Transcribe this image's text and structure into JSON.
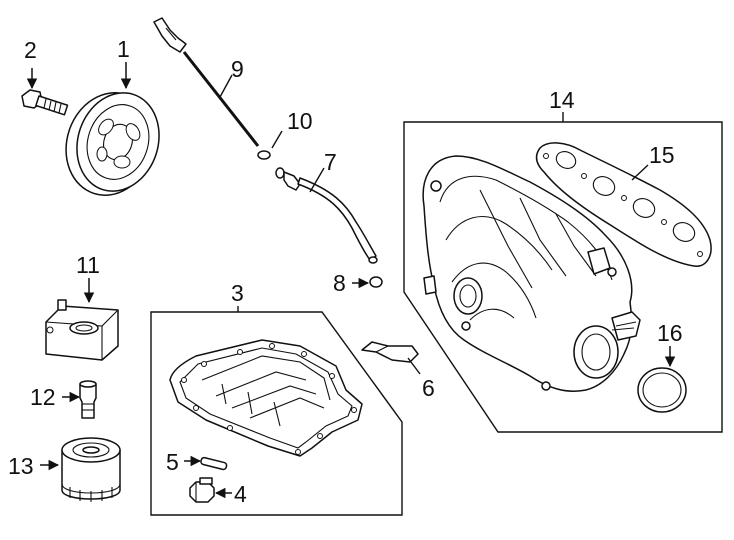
{
  "diagram": {
    "callouts": [
      {
        "id": "1",
        "label": "1"
      },
      {
        "id": "2",
        "label": "2"
      },
      {
        "id": "3",
        "label": "3"
      },
      {
        "id": "4",
        "label": "4"
      },
      {
        "id": "5",
        "label": "5"
      },
      {
        "id": "6",
        "label": "6"
      },
      {
        "id": "7",
        "label": "7"
      },
      {
        "id": "8",
        "label": "8"
      },
      {
        "id": "9",
        "label": "9"
      },
      {
        "id": "10",
        "label": "10"
      },
      {
        "id": "11",
        "label": "11"
      },
      {
        "id": "12",
        "label": "12"
      },
      {
        "id": "13",
        "label": "13"
      },
      {
        "id": "14",
        "label": "14"
      },
      {
        "id": "15",
        "label": "15"
      },
      {
        "id": "16",
        "label": "16"
      }
    ],
    "parts": [
      {
        "callout": "1",
        "part": "crankshaft-pulley"
      },
      {
        "callout": "2",
        "part": "pulley-bolt"
      },
      {
        "callout": "3",
        "part": "oil-pan"
      },
      {
        "callout": "4",
        "part": "drain-plug"
      },
      {
        "callout": "5",
        "part": "pan-dowel-pin"
      },
      {
        "callout": "6",
        "part": "bracket"
      },
      {
        "callout": "7",
        "part": "dipstick-tube"
      },
      {
        "callout": "8",
        "part": "tube-o-ring"
      },
      {
        "callout": "9",
        "part": "oil-dipstick"
      },
      {
        "callout": "10",
        "part": "dipstick-o-ring"
      },
      {
        "callout": "11",
        "part": "oil-cooler"
      },
      {
        "callout": "12",
        "part": "cooler-connector"
      },
      {
        "callout": "13",
        "part": "oil-filter"
      },
      {
        "callout": "14",
        "part": "intake-manifold"
      },
      {
        "callout": "15",
        "part": "manifold-gasket"
      },
      {
        "callout": "16",
        "part": "throttle-body-seal"
      }
    ],
    "colors": {
      "line": "#111111",
      "background": "#ffffff"
    }
  }
}
